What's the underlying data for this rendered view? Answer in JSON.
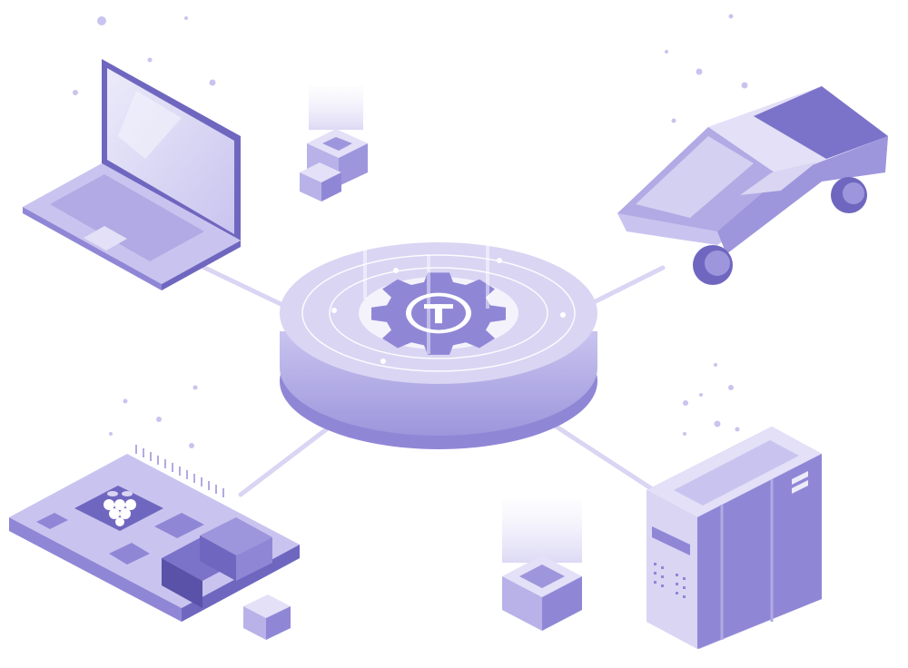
{
  "illustration": {
    "palette": {
      "primary": "#8f87d6",
      "light": "#d9d5f3",
      "lighter": "#ecebfa",
      "dark": "#6f67bf",
      "darker": "#5a52a8",
      "hub": "#b6b0e6"
    },
    "hub_icon": "gear-t-logo-icon",
    "devices": [
      {
        "name": "laptop",
        "icon": "laptop-icon"
      },
      {
        "name": "electric-pickup-truck",
        "icon": "truck-icon"
      },
      {
        "name": "raspberry-pi-board",
        "icon": "raspberry-pi-icon"
      },
      {
        "name": "server-tower",
        "icon": "server-icon"
      }
    ]
  }
}
